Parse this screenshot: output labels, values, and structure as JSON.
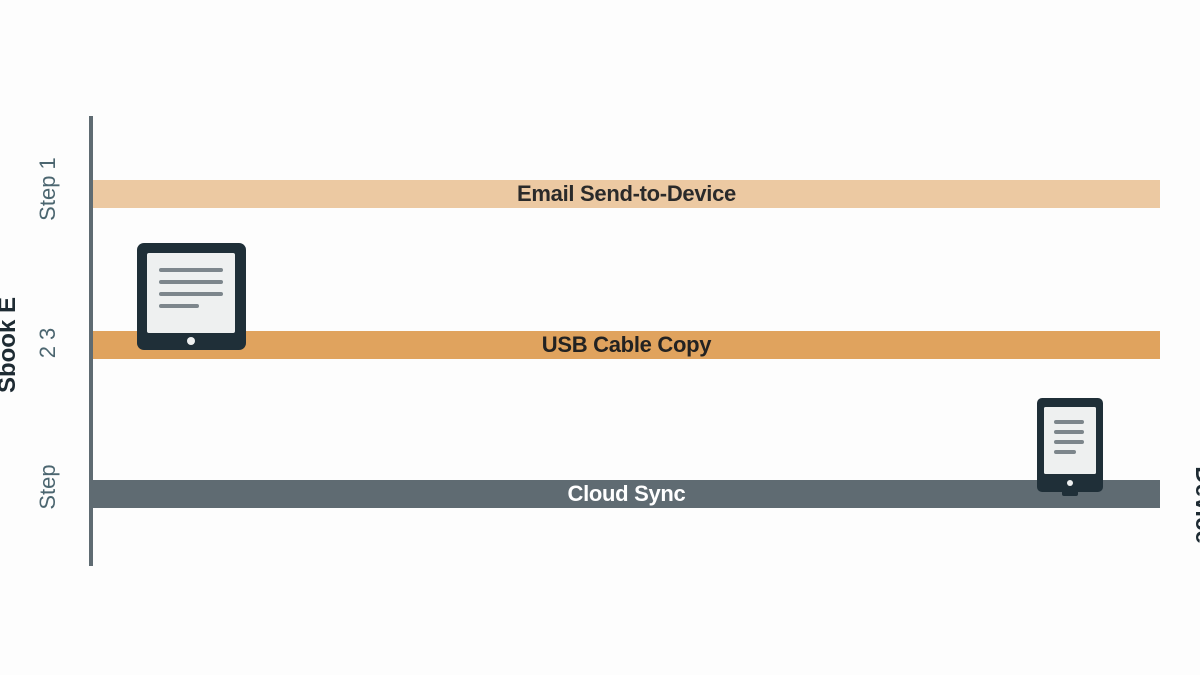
{
  "labels": {
    "step1": "Step 1",
    "step23": "2 3",
    "step": "Step",
    "left_title": "Sbook E",
    "right_title": "Device"
  },
  "methods": [
    {
      "label": "Email Send-to-Device",
      "color": "#ecc9a2"
    },
    {
      "label": "USB Cable Copy",
      "color": "#e0a35e"
    },
    {
      "label": "Cloud Sync",
      "color": "#5f6b72"
    }
  ],
  "icons": {
    "tablet": "tablet-icon",
    "ereader": "ereader-icon"
  }
}
